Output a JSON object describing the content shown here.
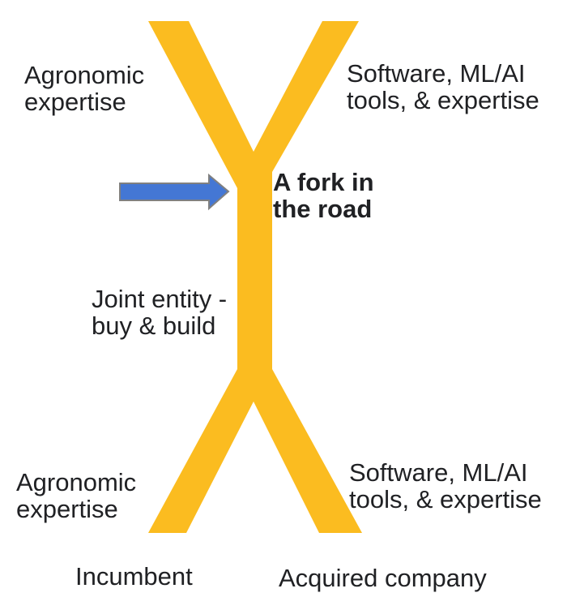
{
  "labels": {
    "top_left": "Agronomic\nexpertise",
    "top_right": "Software, ML/AI\ntools, & expertise",
    "fork_title": "A fork in\nthe road",
    "joint_entity": "Joint entity -\nbuy & build",
    "bottom_left": "Agronomic\nexpertise",
    "bottom_right": "Software, ML/AI\ntools, & expertise",
    "incumbent": "Incumbent",
    "acquired_company": "Acquired company"
  },
  "icons": {
    "arrow": "right-arrow-icon",
    "road": "forked-road-shape"
  },
  "colors": {
    "road": "#FBBC20",
    "arrow_fill": "#4477D4",
    "arrow_stroke": "#808080",
    "text": "#202124",
    "background": "#FFFFFF"
  }
}
